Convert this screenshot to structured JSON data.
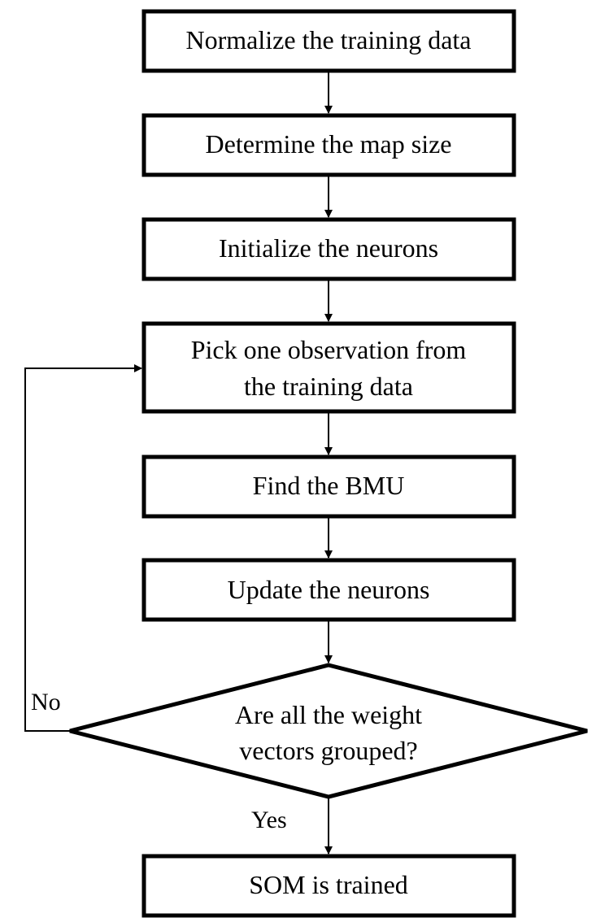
{
  "diagram": {
    "type": "flowchart",
    "steps": [
      {
        "id": "normalize",
        "lines": [
          "Normalize the training data"
        ]
      },
      {
        "id": "map-size",
        "lines": [
          "Determine the map size"
        ]
      },
      {
        "id": "init",
        "lines": [
          "Initialize the neurons"
        ]
      },
      {
        "id": "pick",
        "lines": [
          "Pick one observation from",
          "the training data"
        ]
      },
      {
        "id": "bmu",
        "lines": [
          "Find the BMU"
        ]
      },
      {
        "id": "update",
        "lines": [
          "Update the neurons"
        ]
      }
    ],
    "decision": {
      "id": "grouped",
      "lines": [
        "Are all the weight",
        "vectors grouped?"
      ],
      "no_label": "No",
      "yes_label": "Yes"
    },
    "end": {
      "id": "trained",
      "lines": [
        "SOM is trained"
      ]
    }
  }
}
